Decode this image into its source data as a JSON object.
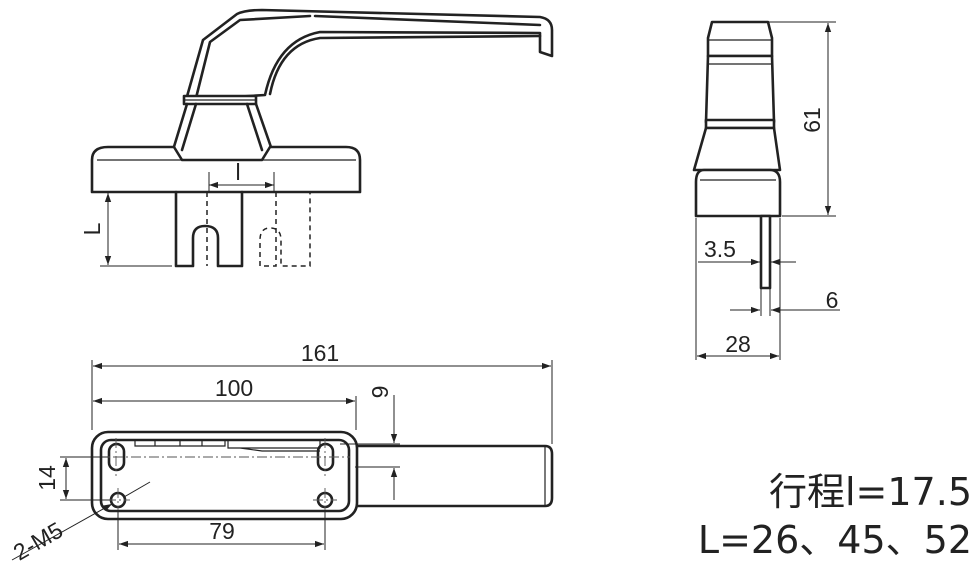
{
  "dimensions": {
    "pitch_l": "l",
    "height_L": "L",
    "height_61": "61",
    "spindle_3_5": "3.5",
    "spindle_6": "6",
    "width_28": "28",
    "overall_161": "161",
    "length_100": "100",
    "offset_9": "9",
    "hole_spacing_14": "14",
    "hole_spacing_79": "79",
    "thread_2_M5": "2-M5"
  },
  "specs": {
    "stroke": "行程l=17.5",
    "lengths": "L=26、45、52"
  }
}
